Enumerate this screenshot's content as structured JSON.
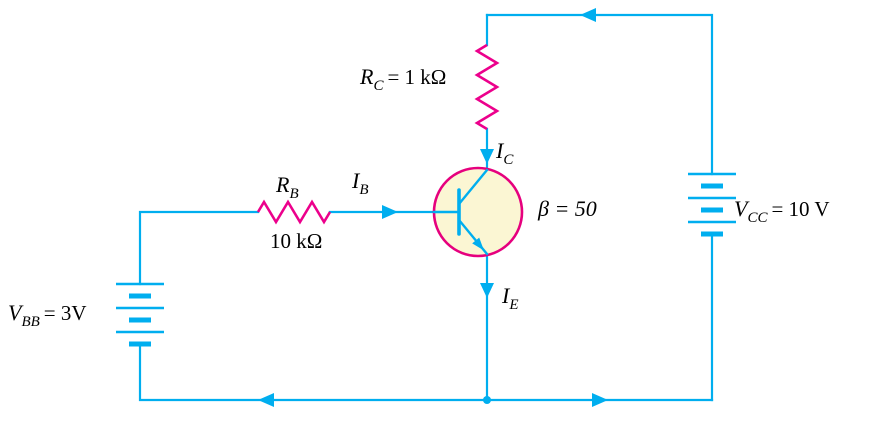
{
  "colors": {
    "wire": "#00AEEF",
    "resistor": "#EC008C",
    "transistor_outline": "#E6007E",
    "transistor_fill": "#FBF6D3",
    "label": "#000000",
    "background": "#FFFFFF"
  },
  "labels": {
    "rc": {
      "symbol": "R",
      "sub": "C",
      "value": "= 1 kΩ"
    },
    "ic": {
      "symbol": "I",
      "sub": "C"
    },
    "rb": {
      "symbol": "R",
      "sub": "B"
    },
    "rb_value": "10 kΩ",
    "ib": {
      "symbol": "I",
      "sub": "B"
    },
    "beta": "β = 50",
    "ie": {
      "symbol": "I",
      "sub": "E"
    },
    "vbb": {
      "symbol": "V",
      "sub": "BB",
      "value": "= 3V"
    },
    "vcc": {
      "symbol": "V",
      "sub": "CC",
      "value": "= 10 V"
    }
  }
}
